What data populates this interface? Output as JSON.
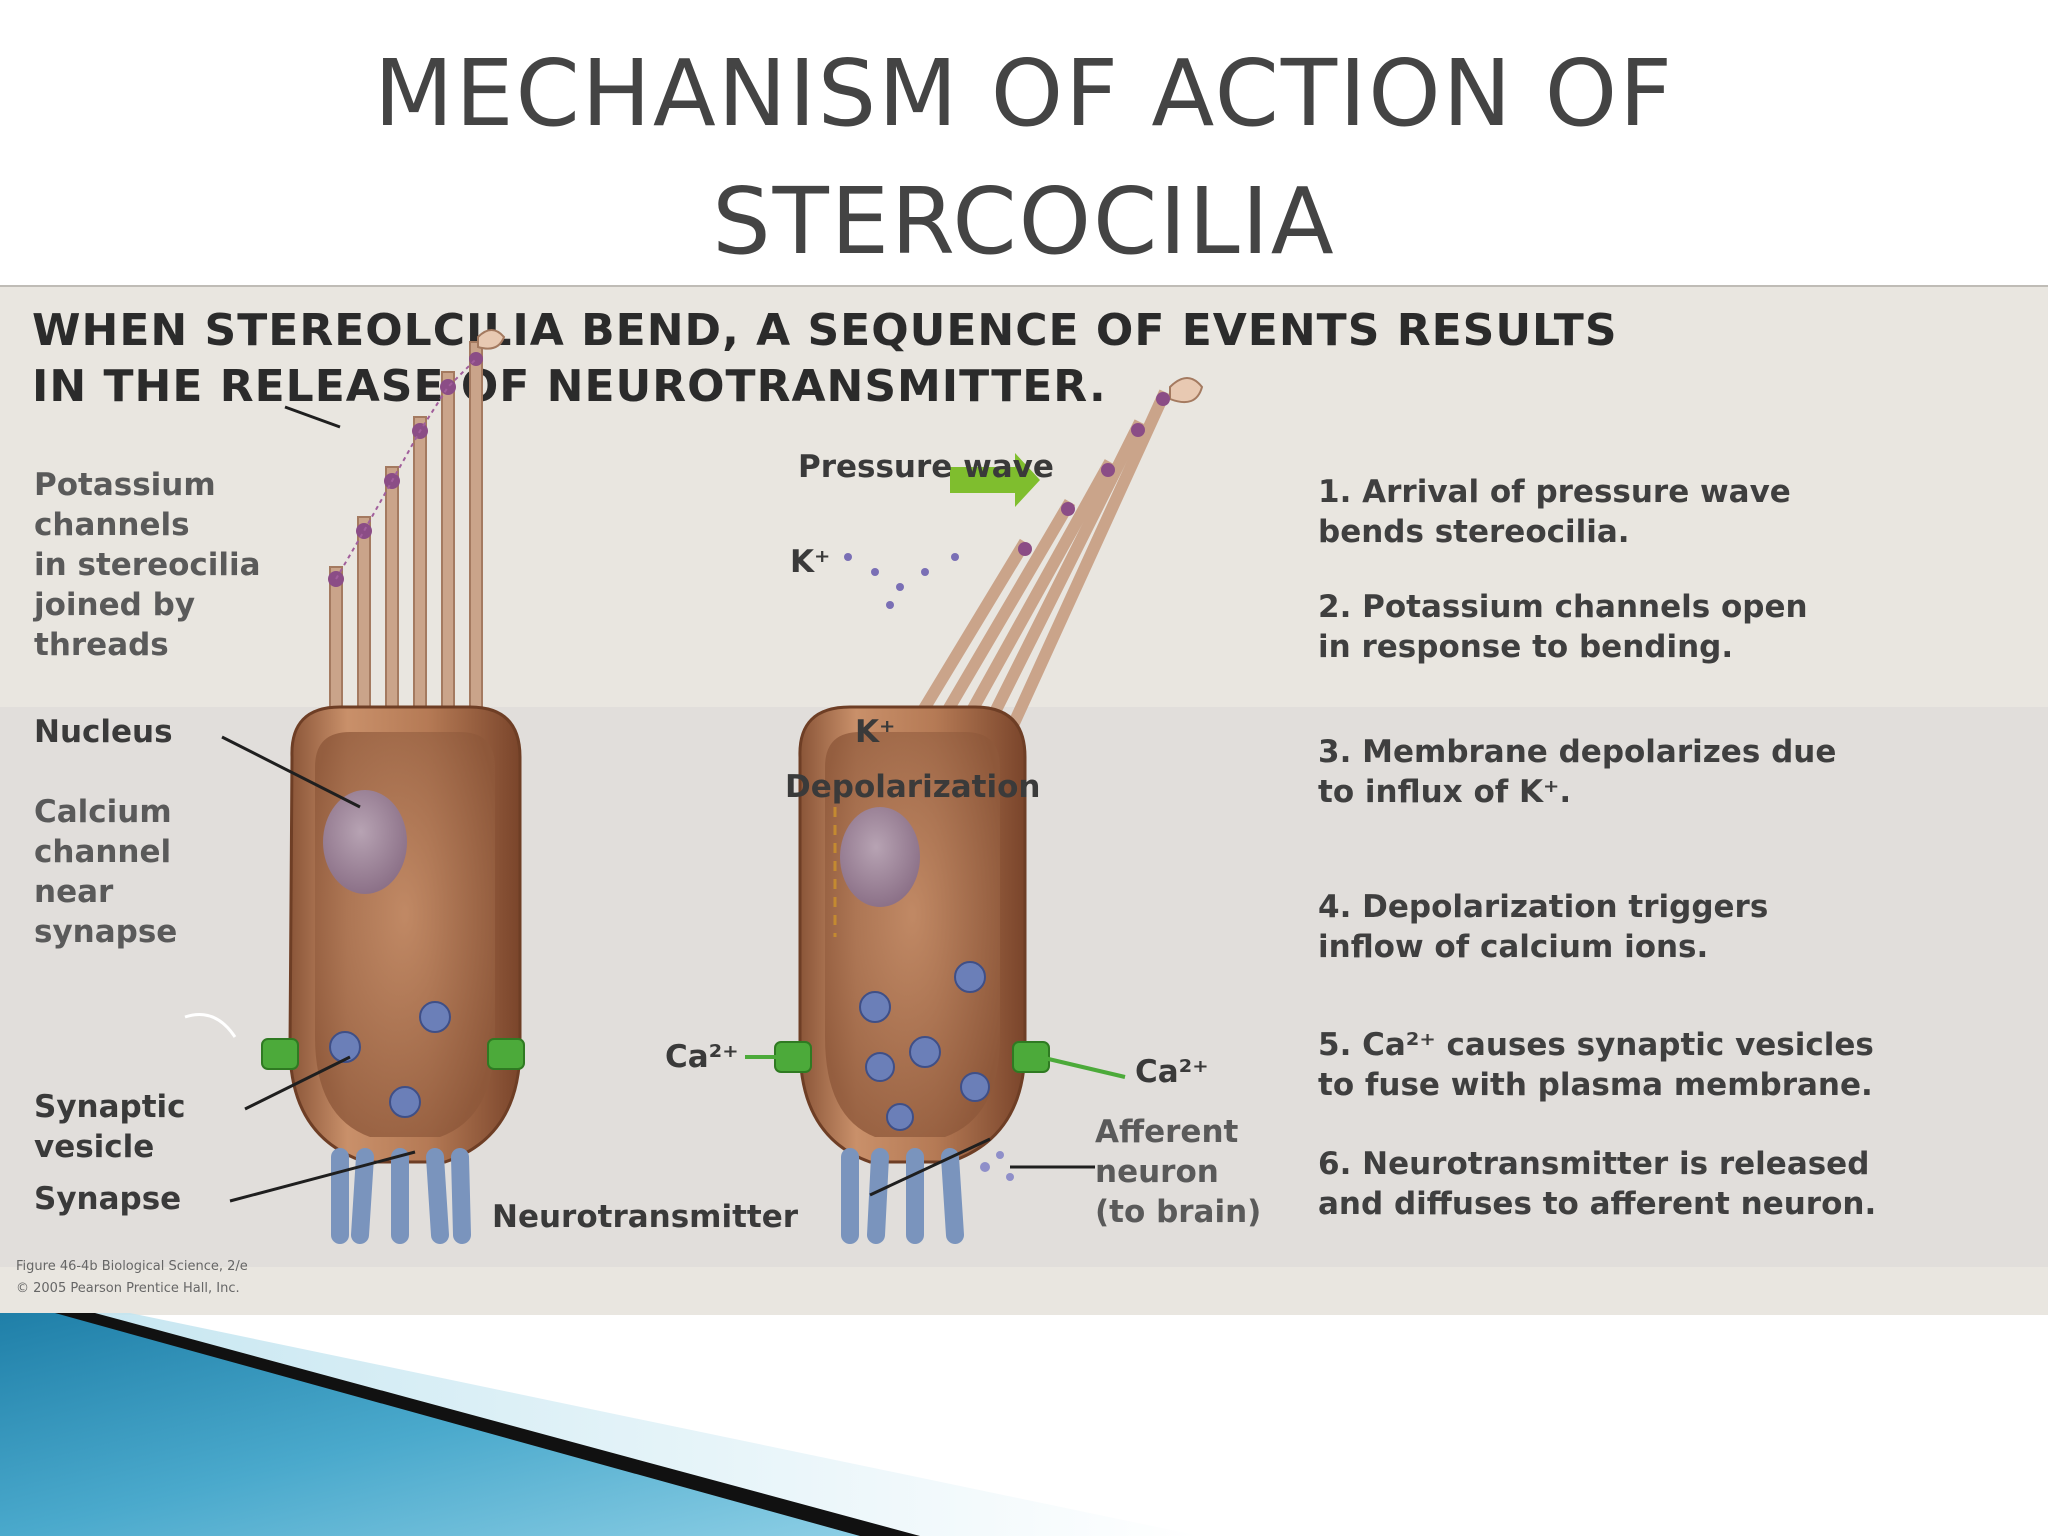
{
  "slide": {
    "title_lines": [
      "MECHANISM OF ACTION OF",
      "STERCOCILIA"
    ]
  },
  "figure": {
    "heading_lines": [
      "WHEN STEREOLCILIA BEND, A SEQUENCE OF EVENTS RESULTS",
      "IN THE RELEASE OF NEUROTRANSMITTER."
    ],
    "left_labels": {
      "potassium": [
        "Potassium",
        "channels",
        "in stereocilia",
        "joined by",
        "threads"
      ],
      "nucleus": "Nucleus",
      "calcium": [
        "Calcium",
        "channel",
        "near",
        "synapse"
      ],
      "synaptic_vesicle": [
        "Synaptic",
        "vesicle"
      ],
      "synapse": "Synapse"
    },
    "center_labels": {
      "pressure_wave": "Pressure wave",
      "k_outside": "K⁺",
      "k_inside": "K⁺",
      "depolarization": "Depolarization",
      "ca_left": "Ca²⁺",
      "ca_right": "Ca²⁺",
      "neurotransmitter": "Neurotransmitter",
      "afferent": [
        "Afferent",
        "neuron",
        "(to brain)"
      ]
    },
    "steps": [
      [
        "1. Arrival of pressure wave",
        "bends stereocilia."
      ],
      [
        "2. Potassium channels open",
        "in response to bending."
      ],
      [
        "3. Membrane depolarizes due",
        "to influx of K⁺."
      ],
      [
        "4. Depolarization triggers",
        "inflow of calcium ions."
      ],
      [
        "5. Ca²⁺ causes synaptic vesicles",
        "to fuse with plasma membrane."
      ],
      [
        "6. Neurotransmitter is released",
        "and diffuses to afferent neuron."
      ]
    ],
    "credit_lines": [
      "Figure 46-4b  Biological Science, 2/e",
      "© 2005 Pearson Prentice Hall, Inc."
    ]
  },
  "colors": {
    "title_text": "#444444",
    "cell_body": "#b97d57",
    "arrow": "#7fbe2e",
    "calcium_channel": "#4caa3a",
    "neuron": "#7a94bd",
    "banner_teal": "#2b8fb5"
  }
}
